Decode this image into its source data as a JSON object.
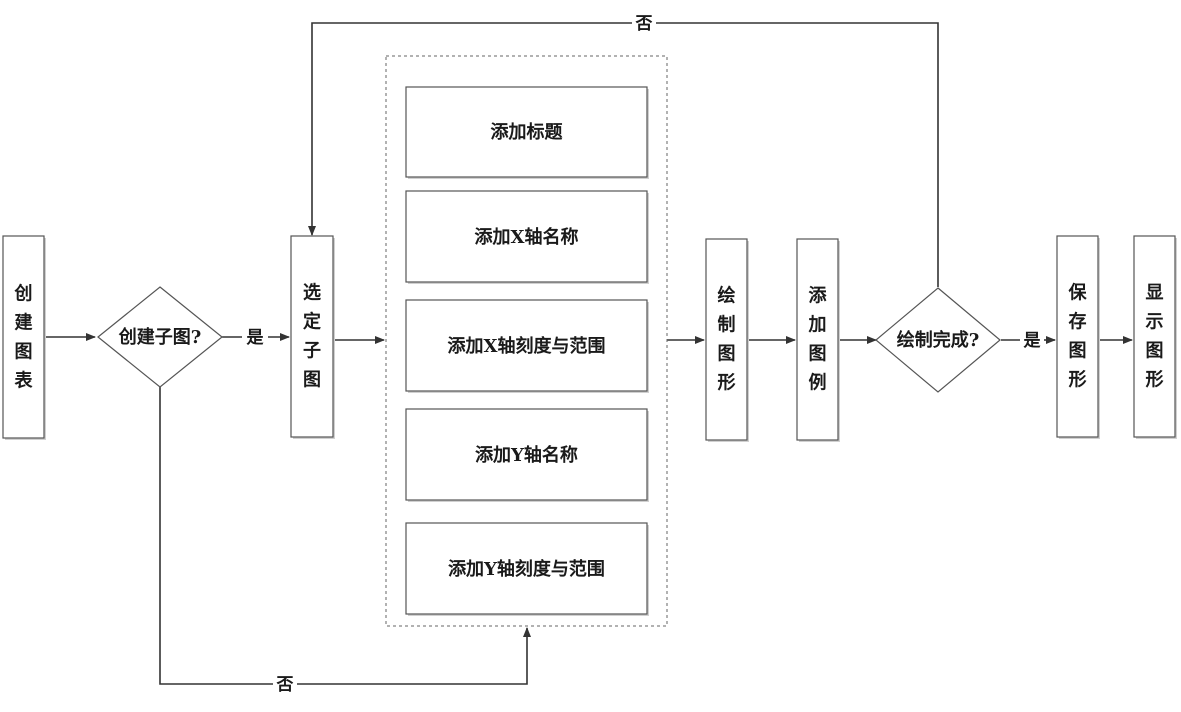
{
  "nodes": {
    "create_chart": "创建图表",
    "create_subplot_decision": "创建子图?",
    "select_subplot": "选定子图",
    "add_title": "添加标题",
    "add_x_name": "添加X轴名称",
    "add_x_ticks": "添加X轴刻度与范围",
    "add_y_name": "添加Y轴名称",
    "add_y_ticks": "添加Y轴刻度与范围",
    "draw_graph": "绘制图形",
    "add_legend": "添加图例",
    "draw_done_decision": "绘制完成?",
    "save_graph": "保存图形",
    "show_graph": "显示图形"
  },
  "edges": {
    "yes_1": "是",
    "no_1": "否",
    "yes_2": "是",
    "no_2": "否"
  }
}
